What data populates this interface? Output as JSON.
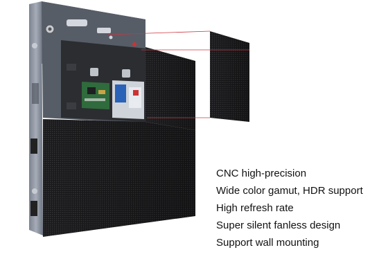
{
  "product": {
    "features": [
      "CNC high-precision",
      "Wide color gamut, HDR support",
      "High refresh rate",
      "Super silent fanless design",
      "Support wall mounting"
    ]
  },
  "colors": {
    "background": "#ffffff",
    "text": "#111111",
    "panel_dark": "#1c1c1e",
    "cabinet_frame": "#8f97a4",
    "cabinet_inner": "#555b65",
    "callout_line": "#d0343c",
    "pcb_green": "#2f6b3c",
    "power_supply": "#cfd4da"
  }
}
